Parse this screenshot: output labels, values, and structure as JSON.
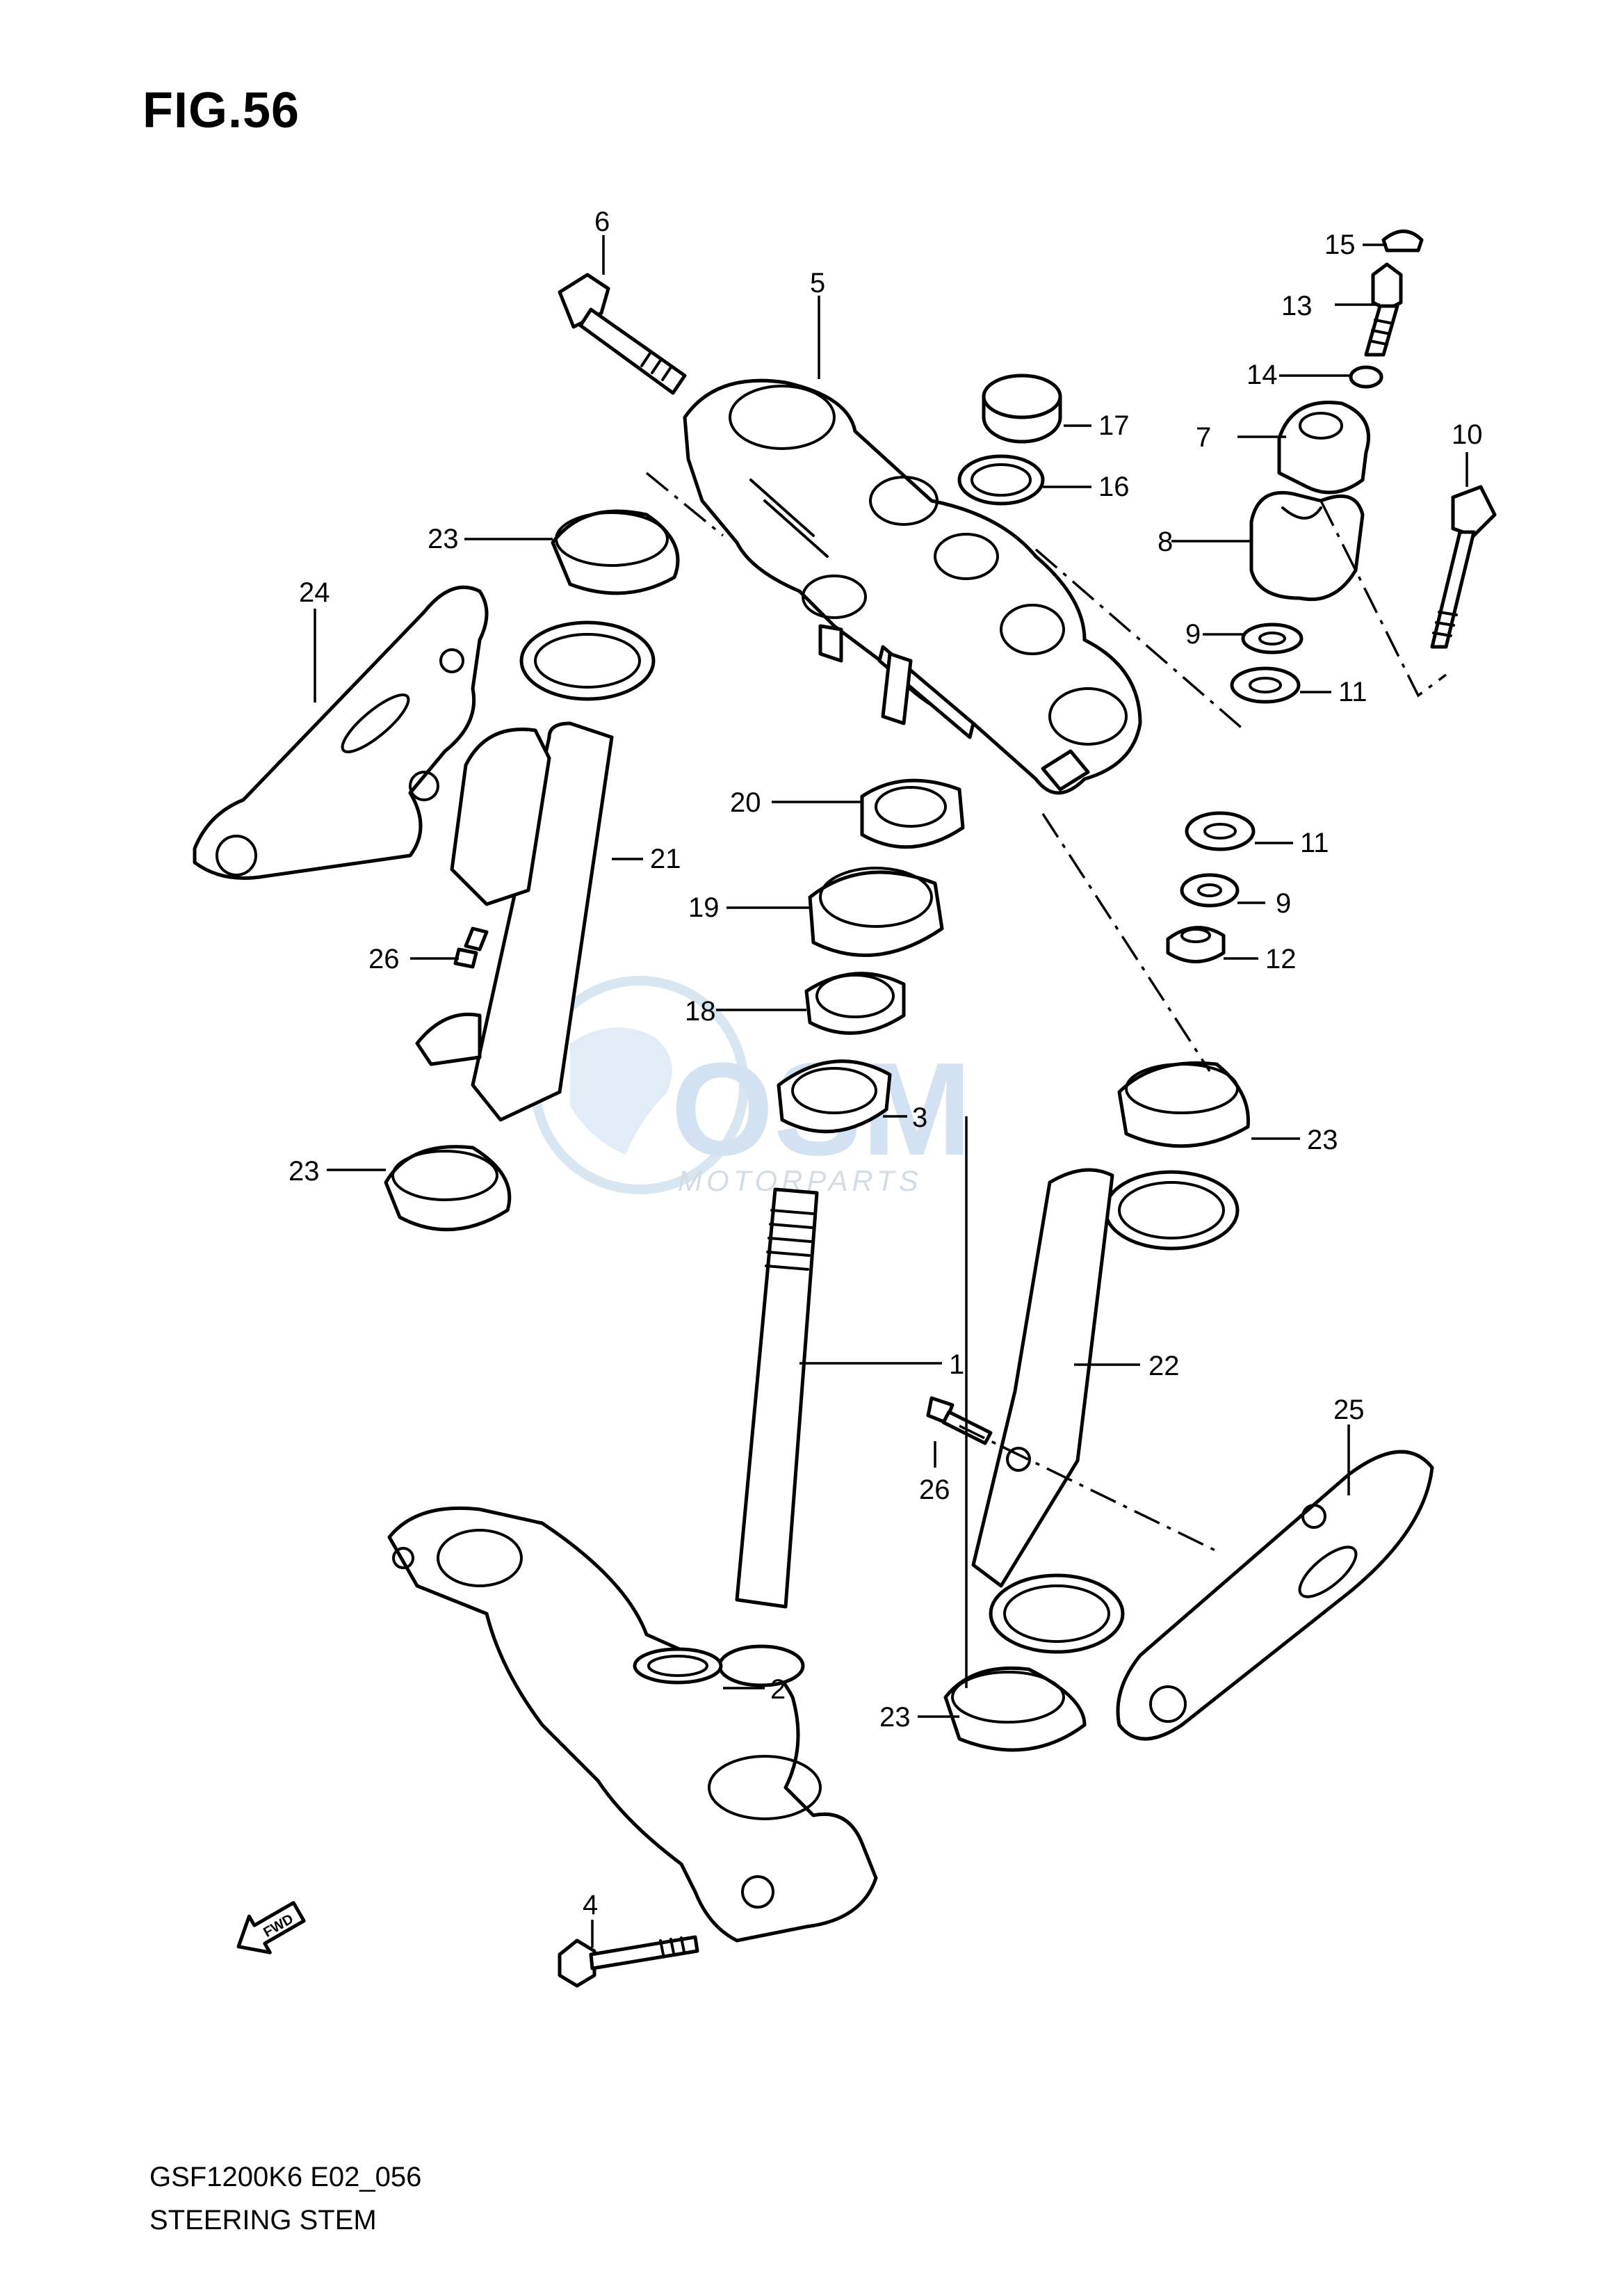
{
  "figure": {
    "title": "FIG.56"
  },
  "footer": {
    "code": "GSF1200K6 E02_056",
    "title": "STEERING STEM"
  },
  "watermark": {
    "main": "OSM",
    "sub": "MOTORPARTS",
    "color": "#c9dcef"
  },
  "direction_marker": {
    "label": "FWD"
  },
  "callouts": {
    "c1": "1",
    "c2": "2",
    "c3": "3",
    "c4": "4",
    "c5": "5",
    "c6": "6",
    "c7": "7",
    "c8": "8",
    "c9a": "9",
    "c9b": "9",
    "c10": "10",
    "c11a": "11",
    "c11b": "11",
    "c12": "12",
    "c13": "13",
    "c14": "14",
    "c15": "15",
    "c16": "16",
    "c17": "17",
    "c18": "18",
    "c19": "19",
    "c20": "20",
    "c21": "21",
    "c22": "22",
    "c23a": "23",
    "c23b": "23",
    "c23c": "23",
    "c23d": "23",
    "c24": "24",
    "c25": "25",
    "c26a": "26",
    "c26b": "26"
  }
}
